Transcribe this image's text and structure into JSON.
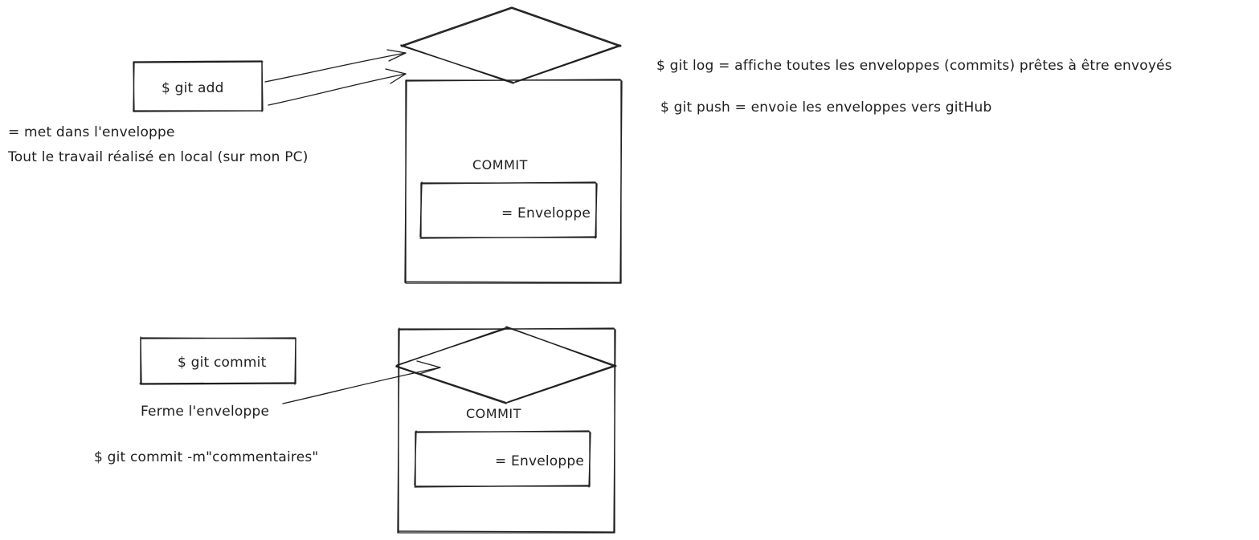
{
  "top": {
    "add_box": {
      "label": "$ git add"
    },
    "add_note": {
      "line1": "= met dans l'enveloppe",
      "line2": "Tout le travail réalisé en local (sur mon PC)"
    },
    "commit_label": "COMMIT",
    "envelope_label": "= Enveloppe"
  },
  "bottom": {
    "commit_box": {
      "label": "$ git commit"
    },
    "commit_note": "Ferme l'enveloppe",
    "commit_example": "$ git commit -m\"commentaires\"",
    "commit_label": "COMMIT",
    "envelope_label": "= Enveloppe"
  },
  "notes": {
    "log": "$ git log = affiche toutes les enveloppes (commits) prêtes à être envoyés",
    "push": "$ git push = envoie les enveloppes vers gitHub"
  },
  "colors": {
    "stroke": "#1e1e1e",
    "background": "#ffffff"
  }
}
